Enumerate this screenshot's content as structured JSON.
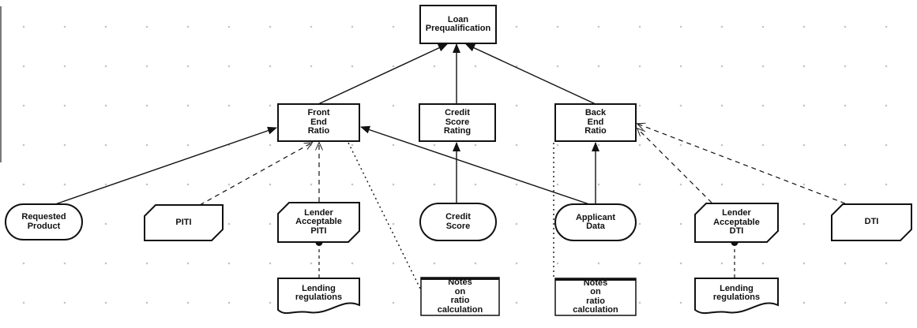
{
  "diagram": {
    "kind": "DMN decision requirements diagram",
    "colors": {
      "shape_fill": "#ffffff",
      "stroke": "#111111",
      "grid_dot": "#c4c4c4"
    },
    "nodes": {
      "loan_prequalification": {
        "label": "Loan\nPrequalification",
        "type": "decision"
      },
      "front_end_ratio": {
        "label": "Front\nEnd\nRatio",
        "type": "decision"
      },
      "credit_score_rating": {
        "label": "Credit\nScore\nRating",
        "type": "decision"
      },
      "back_end_ratio": {
        "label": "Back\nEnd\nRatio",
        "type": "decision"
      },
      "requested_product": {
        "label": "Requested\nProduct",
        "type": "input-data"
      },
      "piti": {
        "label": "PITI",
        "type": "business-knowledge-model"
      },
      "lender_acceptable_piti": {
        "label": "Lender\nAcceptable\nPITI",
        "type": "business-knowledge-model"
      },
      "credit_score": {
        "label": "Credit\nScore",
        "type": "input-data"
      },
      "applicant_data": {
        "label": "Applicant\nData",
        "type": "input-data"
      },
      "lender_acceptable_dti": {
        "label": "Lender\nAcceptable\nDTI",
        "type": "business-knowledge-model"
      },
      "dti": {
        "label": "DTI",
        "type": "business-knowledge-model"
      },
      "lending_regulations_1": {
        "label": "Lending\nregulations",
        "type": "knowledge-source"
      },
      "notes_on_ratio_calculation_1": {
        "label": "Notes\non\nratio\ncalculation",
        "type": "text-annotation"
      },
      "notes_on_ratio_calculation_2": {
        "label": "Notes\non\nratio\ncalculation",
        "type": "text-annotation"
      },
      "lending_regulations_2": {
        "label": "Lending\nregulations",
        "type": "knowledge-source"
      }
    },
    "edges": [
      {
        "from": "front_end_ratio",
        "to": "loan_prequalification",
        "type": "information-requirement",
        "style": "solid-filled-arrow"
      },
      {
        "from": "credit_score_rating",
        "to": "loan_prequalification",
        "type": "information-requirement",
        "style": "solid-filled-arrow"
      },
      {
        "from": "back_end_ratio",
        "to": "loan_prequalification",
        "type": "information-requirement",
        "style": "solid-filled-arrow"
      },
      {
        "from": "requested_product",
        "to": "front_end_ratio",
        "type": "information-requirement",
        "style": "solid-filled-arrow"
      },
      {
        "from": "credit_score",
        "to": "credit_score_rating",
        "type": "information-requirement",
        "style": "solid-filled-arrow"
      },
      {
        "from": "applicant_data",
        "to": "back_end_ratio",
        "type": "information-requirement",
        "style": "solid-filled-arrow"
      },
      {
        "from": "applicant_data",
        "to": "front_end_ratio",
        "type": "information-requirement",
        "style": "solid-filled-arrow"
      },
      {
        "from": "piti",
        "to": "front_end_ratio",
        "type": "knowledge-requirement",
        "style": "dashed-open-arrow"
      },
      {
        "from": "lender_acceptable_piti",
        "to": "front_end_ratio",
        "type": "knowledge-requirement",
        "style": "dashed-open-arrow"
      },
      {
        "from": "lender_acceptable_dti",
        "to": "back_end_ratio",
        "type": "knowledge-requirement",
        "style": "dashed-open-arrow"
      },
      {
        "from": "dti",
        "to": "back_end_ratio",
        "type": "knowledge-requirement",
        "style": "dashed-open-arrow"
      },
      {
        "from": "lending_regulations_1",
        "to": "lender_acceptable_piti",
        "type": "authority-requirement",
        "style": "dashed-filled-circle"
      },
      {
        "from": "lending_regulations_2",
        "to": "lender_acceptable_dti",
        "type": "authority-requirement",
        "style": "dashed-filled-circle"
      },
      {
        "from": "front_end_ratio",
        "to": "notes_on_ratio_calculation_1",
        "type": "association",
        "style": "dotted"
      },
      {
        "from": "back_end_ratio",
        "to": "notes_on_ratio_calculation_2",
        "type": "association",
        "style": "dotted"
      }
    ]
  }
}
